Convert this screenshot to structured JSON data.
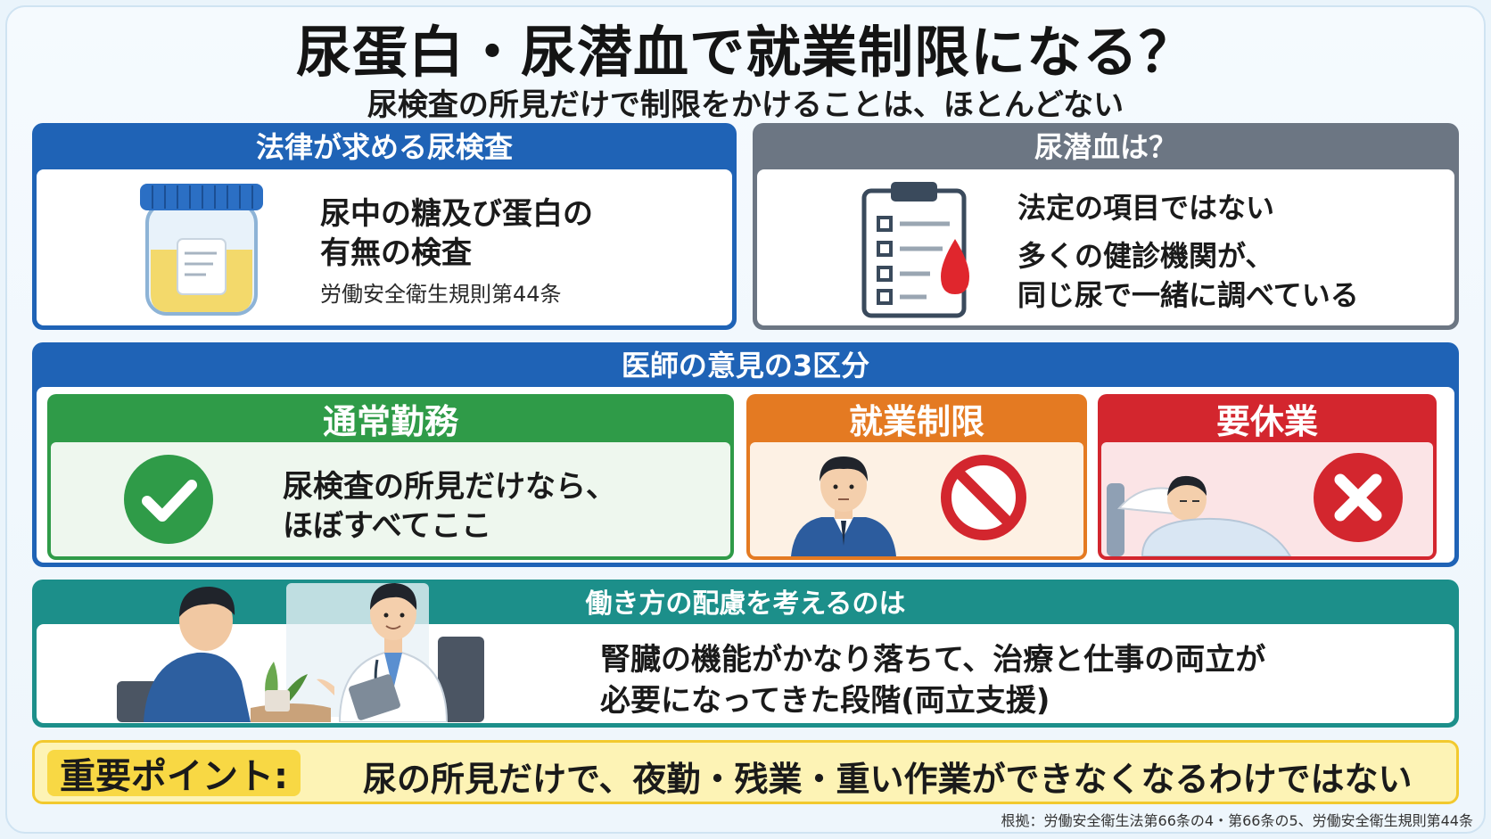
{
  "title": "尿蛋白・尿潜血で就業制限になる？",
  "subtitle": "尿検査の所見だけで制限をかけることは、ほとんどない",
  "law_panel": {
    "heading": "法律が求める尿検査",
    "line1": "尿中の糖及び蛋白の",
    "line2": "有無の検査",
    "source": "労働安全衛生規則第44条"
  },
  "blood_panel": {
    "heading": "尿潜血は？",
    "line1": "法定の項目ではない",
    "line2": "多くの健診機関が、",
    "line3": "同じ尿で一緒に調べている"
  },
  "opinion_panel": {
    "heading": "医師の意見の3区分",
    "normal": {
      "label": "通常勤務",
      "line1": "尿検査の所見だけなら、",
      "line2": "ほぼすべてここ"
    },
    "restrict": {
      "label": "就業制限"
    },
    "rest": {
      "label": "要休業"
    }
  },
  "workstyle_panel": {
    "heading": "働き方の配慮を考えるのは",
    "line1": "腎臓の機能がかなり落ちて、治療と仕事の両立が",
    "line2": "必要になってきた段階(両立支援)"
  },
  "key_point": {
    "label": "重要ポイント:",
    "text": "尿の所見だけで、夜勤・残業・重い作業ができなくなるわけではない"
  },
  "footnote": "根拠：労働安全衛生法第66条の4・第66条の5、労働安全衛生規則第44条",
  "colors": {
    "blue": "#1f63b6",
    "gray": "#6c7683",
    "teal": "#1c8f8a",
    "green": "#2f9b48",
    "orange": "#e47a22",
    "red": "#d3262e",
    "yellow": "#f8d844"
  },
  "icons": [
    "urine-cup-icon",
    "clipboard-icon",
    "blood-drop-icon",
    "check-icon",
    "prohibited-icon",
    "x-icon",
    "worker-figure",
    "patient-in-bed-figure",
    "consultation-scene"
  ]
}
